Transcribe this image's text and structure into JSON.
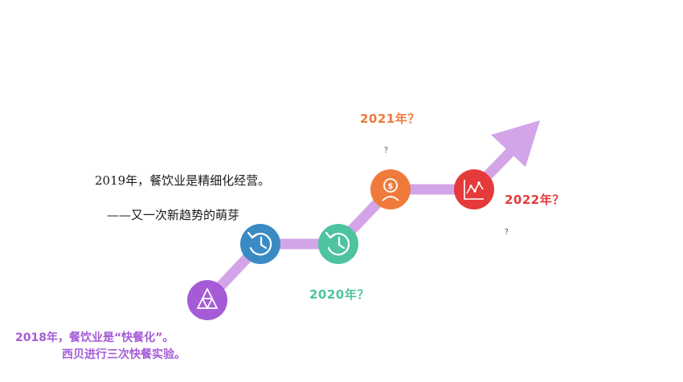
{
  "colors": {
    "path": "#d3a5e8",
    "purple": "#a55bd6",
    "blue": "#3a8bc4",
    "green": "#4ec3a0",
    "orange": "#ef7a3b",
    "red": "#e53a3a",
    "text_purple": "#a55bd6"
  },
  "milestones": [
    {
      "icon": "triangle-pyramid-icon",
      "color": "#a55bd6"
    },
    {
      "icon": "history-clock-icon",
      "color": "#3a8bc4"
    },
    {
      "icon": "history-clock-icon",
      "color": "#4ec3a0"
    },
    {
      "icon": "money-person-icon",
      "color": "#ef7a3b"
    },
    {
      "icon": "line-chart-icon",
      "color": "#e53a3a"
    }
  ],
  "labels": {
    "y2018_line1": "2018年，餐饮业是“快餐化”。",
    "y2018_line2": "西贝进行三次快餐实验。",
    "y2019_line1": "2019年，餐饮业是精细化经营。",
    "y2019_line2": "——又一次新趋势的萌芽",
    "y2020": "2020年？",
    "y2021": "2021年？",
    "y2021_sub": "？",
    "y2022": "2022年？",
    "y2022_sub": "？"
  }
}
